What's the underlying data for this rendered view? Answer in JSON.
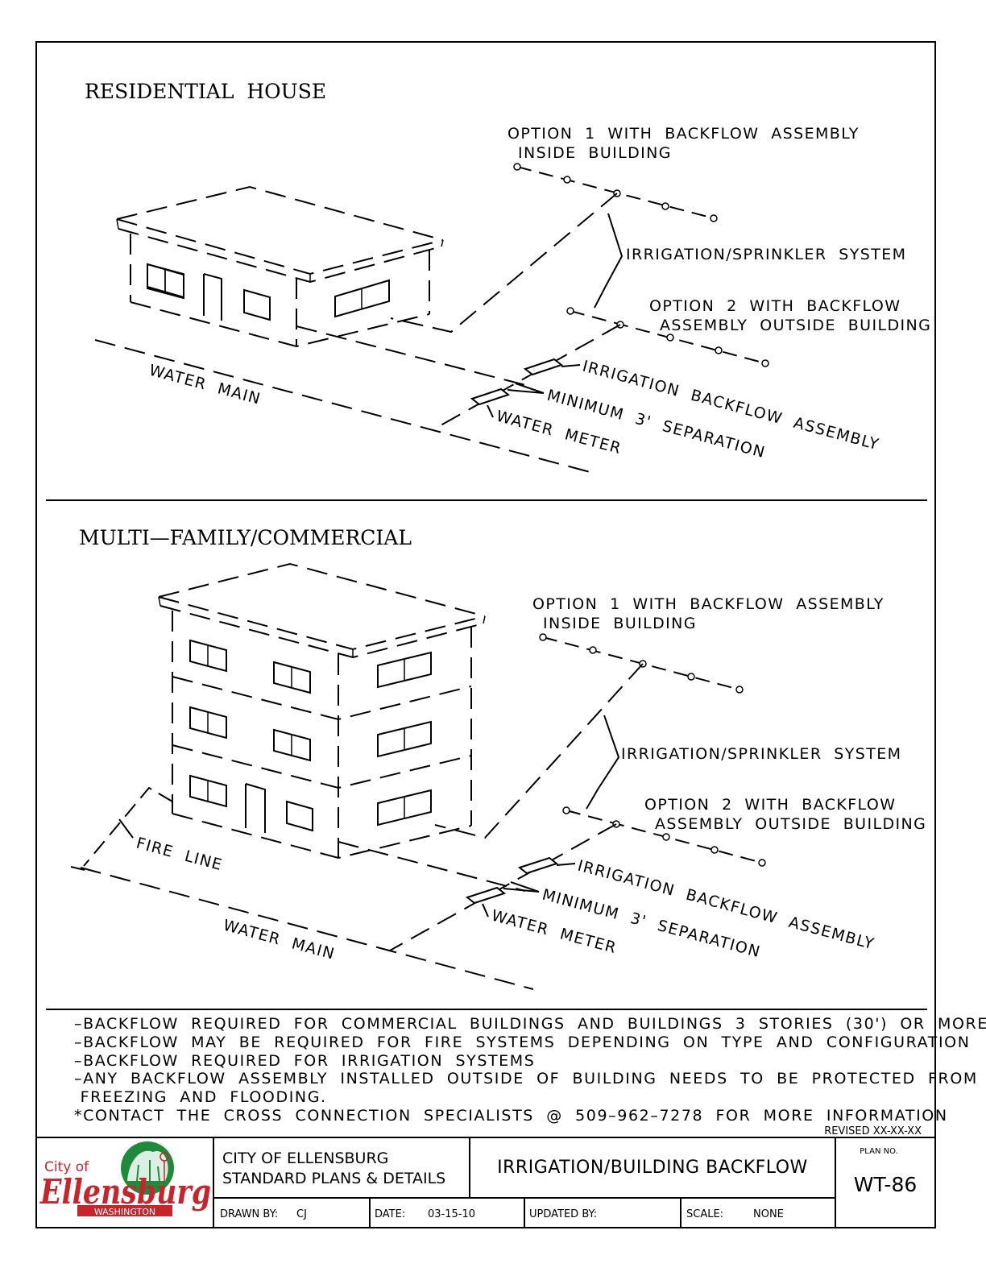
{
  "residential": {
    "title": "RESIDENTIAL  HOUSE",
    "option1_line1": "OPTION  1  WITH  BACKFLOW  ASSEMBLY",
    "option1_line2": "INSIDE  BUILDING",
    "sprinkler": "IRRIGATION/SPRINKLER  SYSTEM",
    "option2_line1": "OPTION  2  WITH  BACKFLOW",
    "option2_line2": "ASSEMBLY  OUTSIDE  BUILDING",
    "backflow_assembly": "IRRIGATION  BACKFLOW  ASSEMBLY",
    "separation": "MINIMUM  3'  SEPARATION",
    "water_meter": "WATER  METER",
    "water_main": "WATER  MAIN"
  },
  "commercial": {
    "title": "MULTI—FAMILY/COMMERCIAL",
    "option1_line1": "OPTION  1  WITH  BACKFLOW  ASSEMBLY",
    "option1_line2": "INSIDE  BUILDING",
    "sprinkler": "IRRIGATION/SPRINKLER  SYSTEM",
    "option2_line1": "OPTION  2  WITH  BACKFLOW",
    "option2_line2": "ASSEMBLY  OUTSIDE  BUILDING",
    "backflow_assembly": "IRRIGATION  BACKFLOW  ASSEMBLY",
    "separation": "MINIMUM  3'  SEPARATION",
    "water_meter": "WATER  METER",
    "water_main": "WATER  MAIN",
    "fire_line": "FIRE  LINE"
  },
  "notes": [
    "–BACKFLOW  REQUIRED  FOR  COMMERCIAL  BUILDINGS  AND  BUILDINGS  3  STORIES  (30')  OR  MORE",
    "–BACKFLOW  MAY  BE  REQUIRED  FOR  FIRE  SYSTEMS  DEPENDING  ON  TYPE  AND  CONFIGURATION",
    "–BACKFLOW  REQUIRED  FOR  IRRIGATION  SYSTEMS",
    "–ANY  BACKFLOW  ASSEMBLY  INSTALLED  OUTSIDE  OF  BUILDING  NEEDS  TO  BE  PROTECTED  FROM",
    " FREEZING  AND  FLOODING.",
    "*CONTACT  THE  CROSS  CONNECTION  SPECIALISTS  @  509–962–7278  FOR  MORE  INFORMATION"
  ],
  "revised": "REVISED XX-XX-XX",
  "title_block": {
    "logo_city_of": "City of",
    "logo_name": "Ellensburg",
    "logo_state": "WASHINGTON",
    "org_line1": "CITY OF ELLENSBURG",
    "org_line2": "STANDARD PLANS & DETAILS",
    "drawing_title": "IRRIGATION/BUILDING BACKFLOW",
    "plan_no_label": "PLAN NO.",
    "plan_no": "WT-86",
    "drawn_by_label": "DRAWN BY:",
    "drawn_by": "CJ",
    "date_label": "DATE:",
    "date": "03-15-10",
    "updated_by_label": "UPDATED BY:",
    "updated_by": "",
    "scale_label": "SCALE:",
    "scale": "NONE"
  },
  "colors": {
    "logo_red": "#c8242b",
    "logo_green": "#1e8a3c"
  }
}
